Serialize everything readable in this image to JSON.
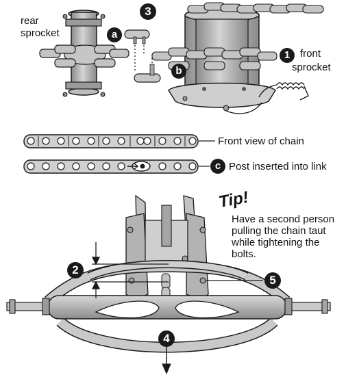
{
  "labels": {
    "rear_sprocket_line1": "rear",
    "rear_sprocket_line2": "sprocket",
    "front_sprocket_line1": "front",
    "front_sprocket_line2": "sprocket",
    "front_view": "Front view of chain",
    "post_inserted": "Post inserted into link"
  },
  "callouts": {
    "step1": "1",
    "step2": "2",
    "step3": "3",
    "step4": "4",
    "step5": "5",
    "a": "a",
    "b": "b",
    "c": "c"
  },
  "tip": {
    "heading": "Tip!",
    "body": "Have a second person pulling the chain taut while tightening the bolts."
  },
  "colors": {
    "metal_fill": "#b9b9b9",
    "metal_dark": "#7a7a7a",
    "outline": "#1a1a1a",
    "badge": "#1a1a1a"
  }
}
